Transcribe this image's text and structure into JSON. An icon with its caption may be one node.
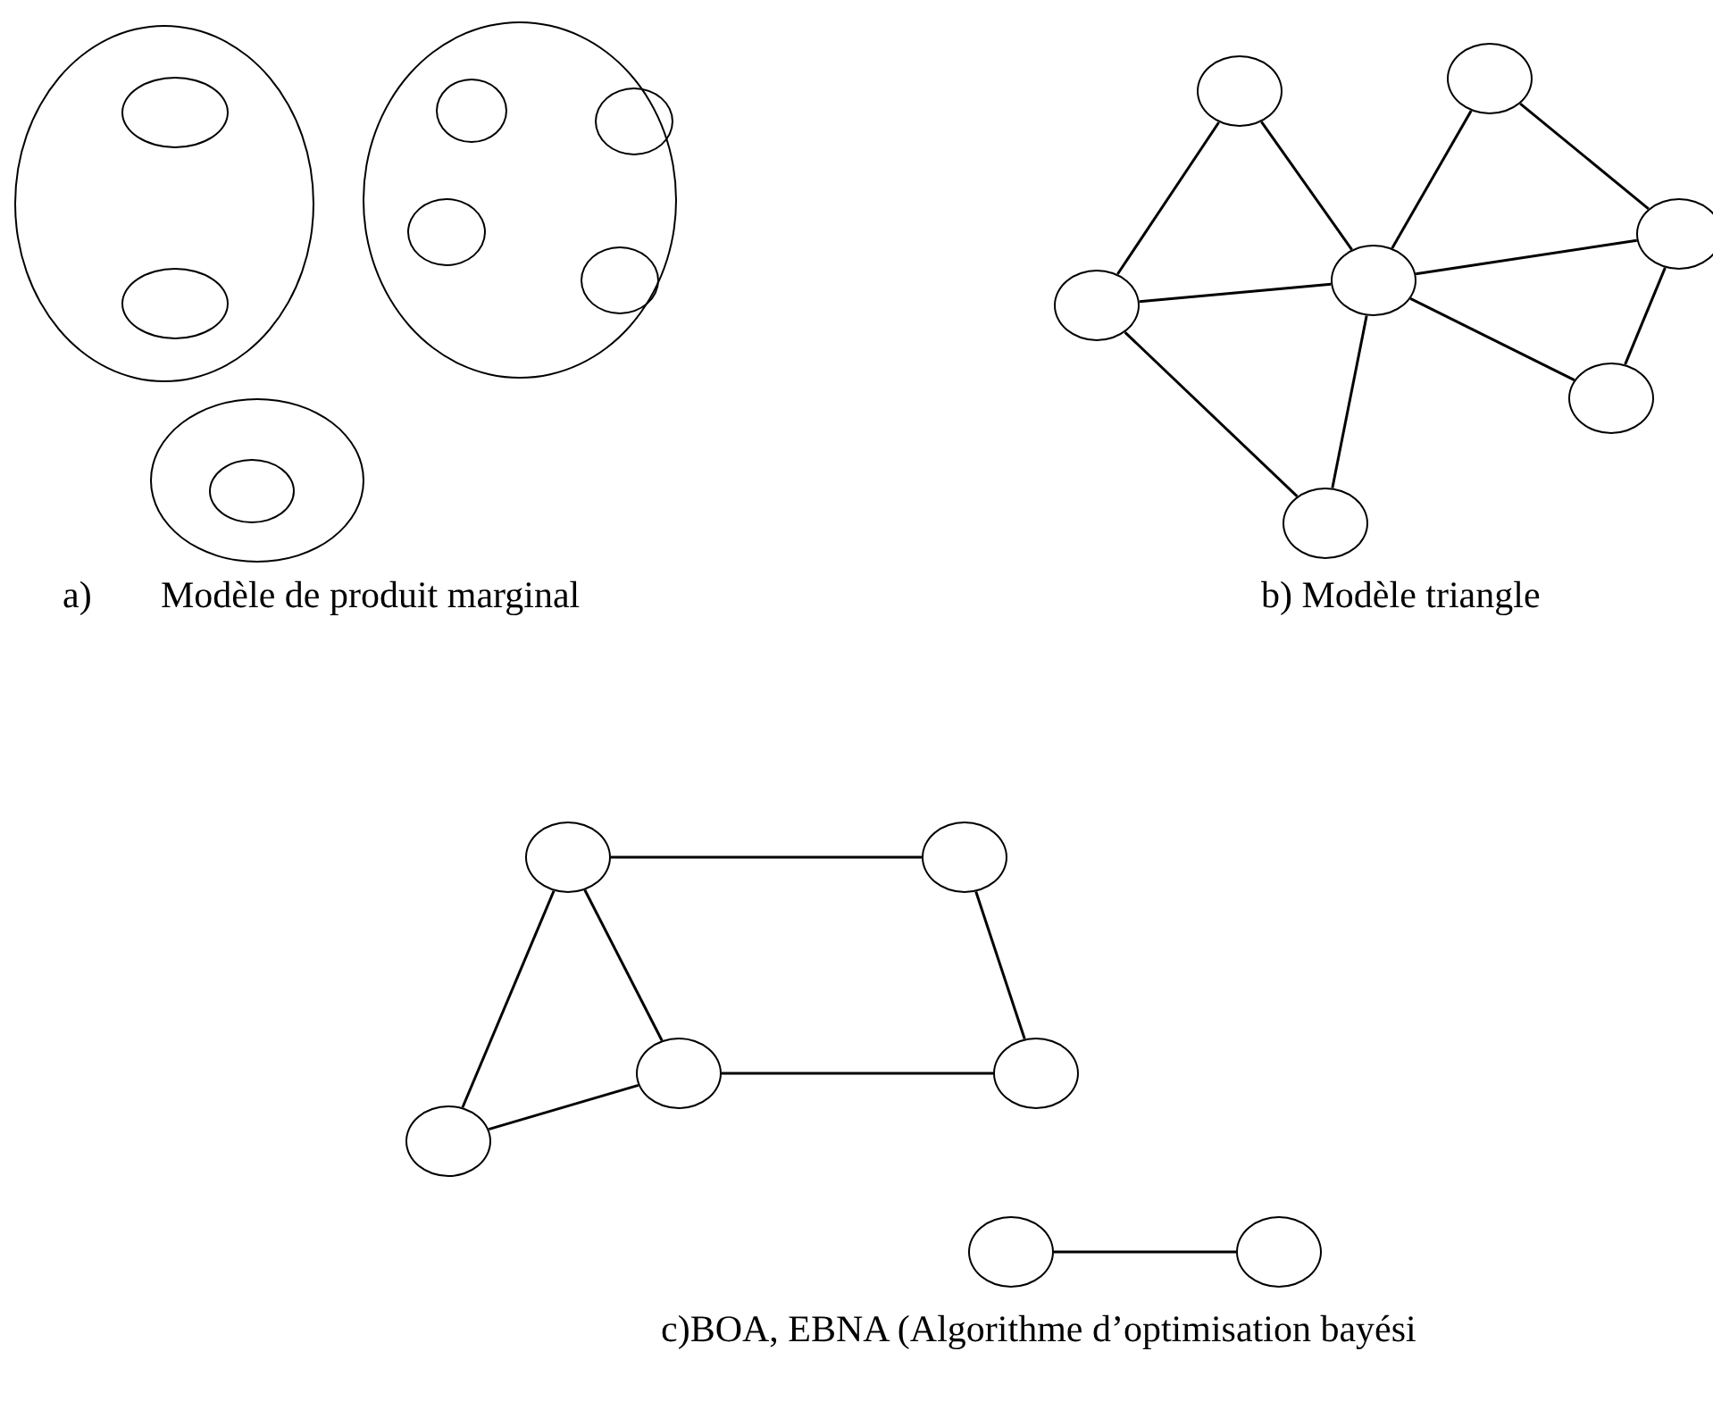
{
  "diagram": {
    "nodes": [
      {
        "text": [],
        "shape": "circle"
      },
      {
        "text": [],
        "shape": "circle",
        "in": 0
      },
      {
        "text": [],
        "shape": "circle",
        "in": 0
      },
      {
        "text": [],
        "shape": "circle"
      },
      {
        "text": [],
        "shape": "circle",
        "in": 3
      },
      {
        "text": [],
        "shape": "circle",
        "in": 3
      },
      {
        "text": [],
        "shape": "circle",
        "in": 3
      },
      {
        "text": [],
        "shape": "circle",
        "in": 3
      },
      {
        "text": [],
        "shape": "circle"
      },
      {
        "text": [],
        "shape": "circle",
        "in": 8
      },
      {
        "text": [],
        "shape": "circle"
      },
      {
        "text": [],
        "shape": "circle"
      },
      {
        "text": [],
        "shape": "circle"
      },
      {
        "text": [],
        "shape": "circle"
      },
      {
        "text": [],
        "shape": "circle"
      },
      {
        "text": [],
        "shape": "circle"
      },
      {
        "text": [],
        "shape": "circle"
      },
      {
        "text": [],
        "shape": "circle"
      },
      {
        "text": [],
        "shape": "circle"
      },
      {
        "text": [],
        "shape": "circle"
      },
      {
        "text": [],
        "shape": "circle"
      },
      {
        "text": [],
        "shape": "circle"
      },
      {
        "text": [],
        "shape": "circle"
      },
      {
        "text": [],
        "shape": "circle"
      }
    ],
    "edges": [
      {
        "from": 12,
        "to": 10,
        "arrow": "none"
      },
      {
        "from": 10,
        "to": 13,
        "arrow": "none"
      },
      {
        "from": 13,
        "to": 11,
        "arrow": "none"
      },
      {
        "from": 11,
        "to": 14,
        "arrow": "none"
      },
      {
        "from": 12,
        "to": 13,
        "arrow": "none"
      },
      {
        "from": 13,
        "to": 14,
        "arrow": "none"
      },
      {
        "from": 12,
        "to": 16,
        "arrow": "none"
      },
      {
        "from": 13,
        "to": 16,
        "arrow": "none"
      },
      {
        "from": 13,
        "to": 15,
        "arrow": "none"
      },
      {
        "from": 14,
        "to": 15,
        "arrow": "none"
      },
      {
        "from": 17,
        "to": 18,
        "arrow": "none"
      },
      {
        "from": 17,
        "to": 19,
        "arrow": "none"
      },
      {
        "from": 17,
        "to": 20,
        "arrow": "none"
      },
      {
        "from": 18,
        "to": 21,
        "arrow": "none"
      },
      {
        "from": 19,
        "to": 20,
        "arrow": "none"
      },
      {
        "from": 20,
        "to": 21,
        "arrow": "none"
      },
      {
        "from": 22,
        "to": 23,
        "arrow": "none"
      }
    ],
    "labels": [
      "a)",
      "Modèle de produit marginal",
      "b) Modèle triangle",
      "c)BOA, EBNA (Algorithme d’optimisation bayési"
    ]
  }
}
